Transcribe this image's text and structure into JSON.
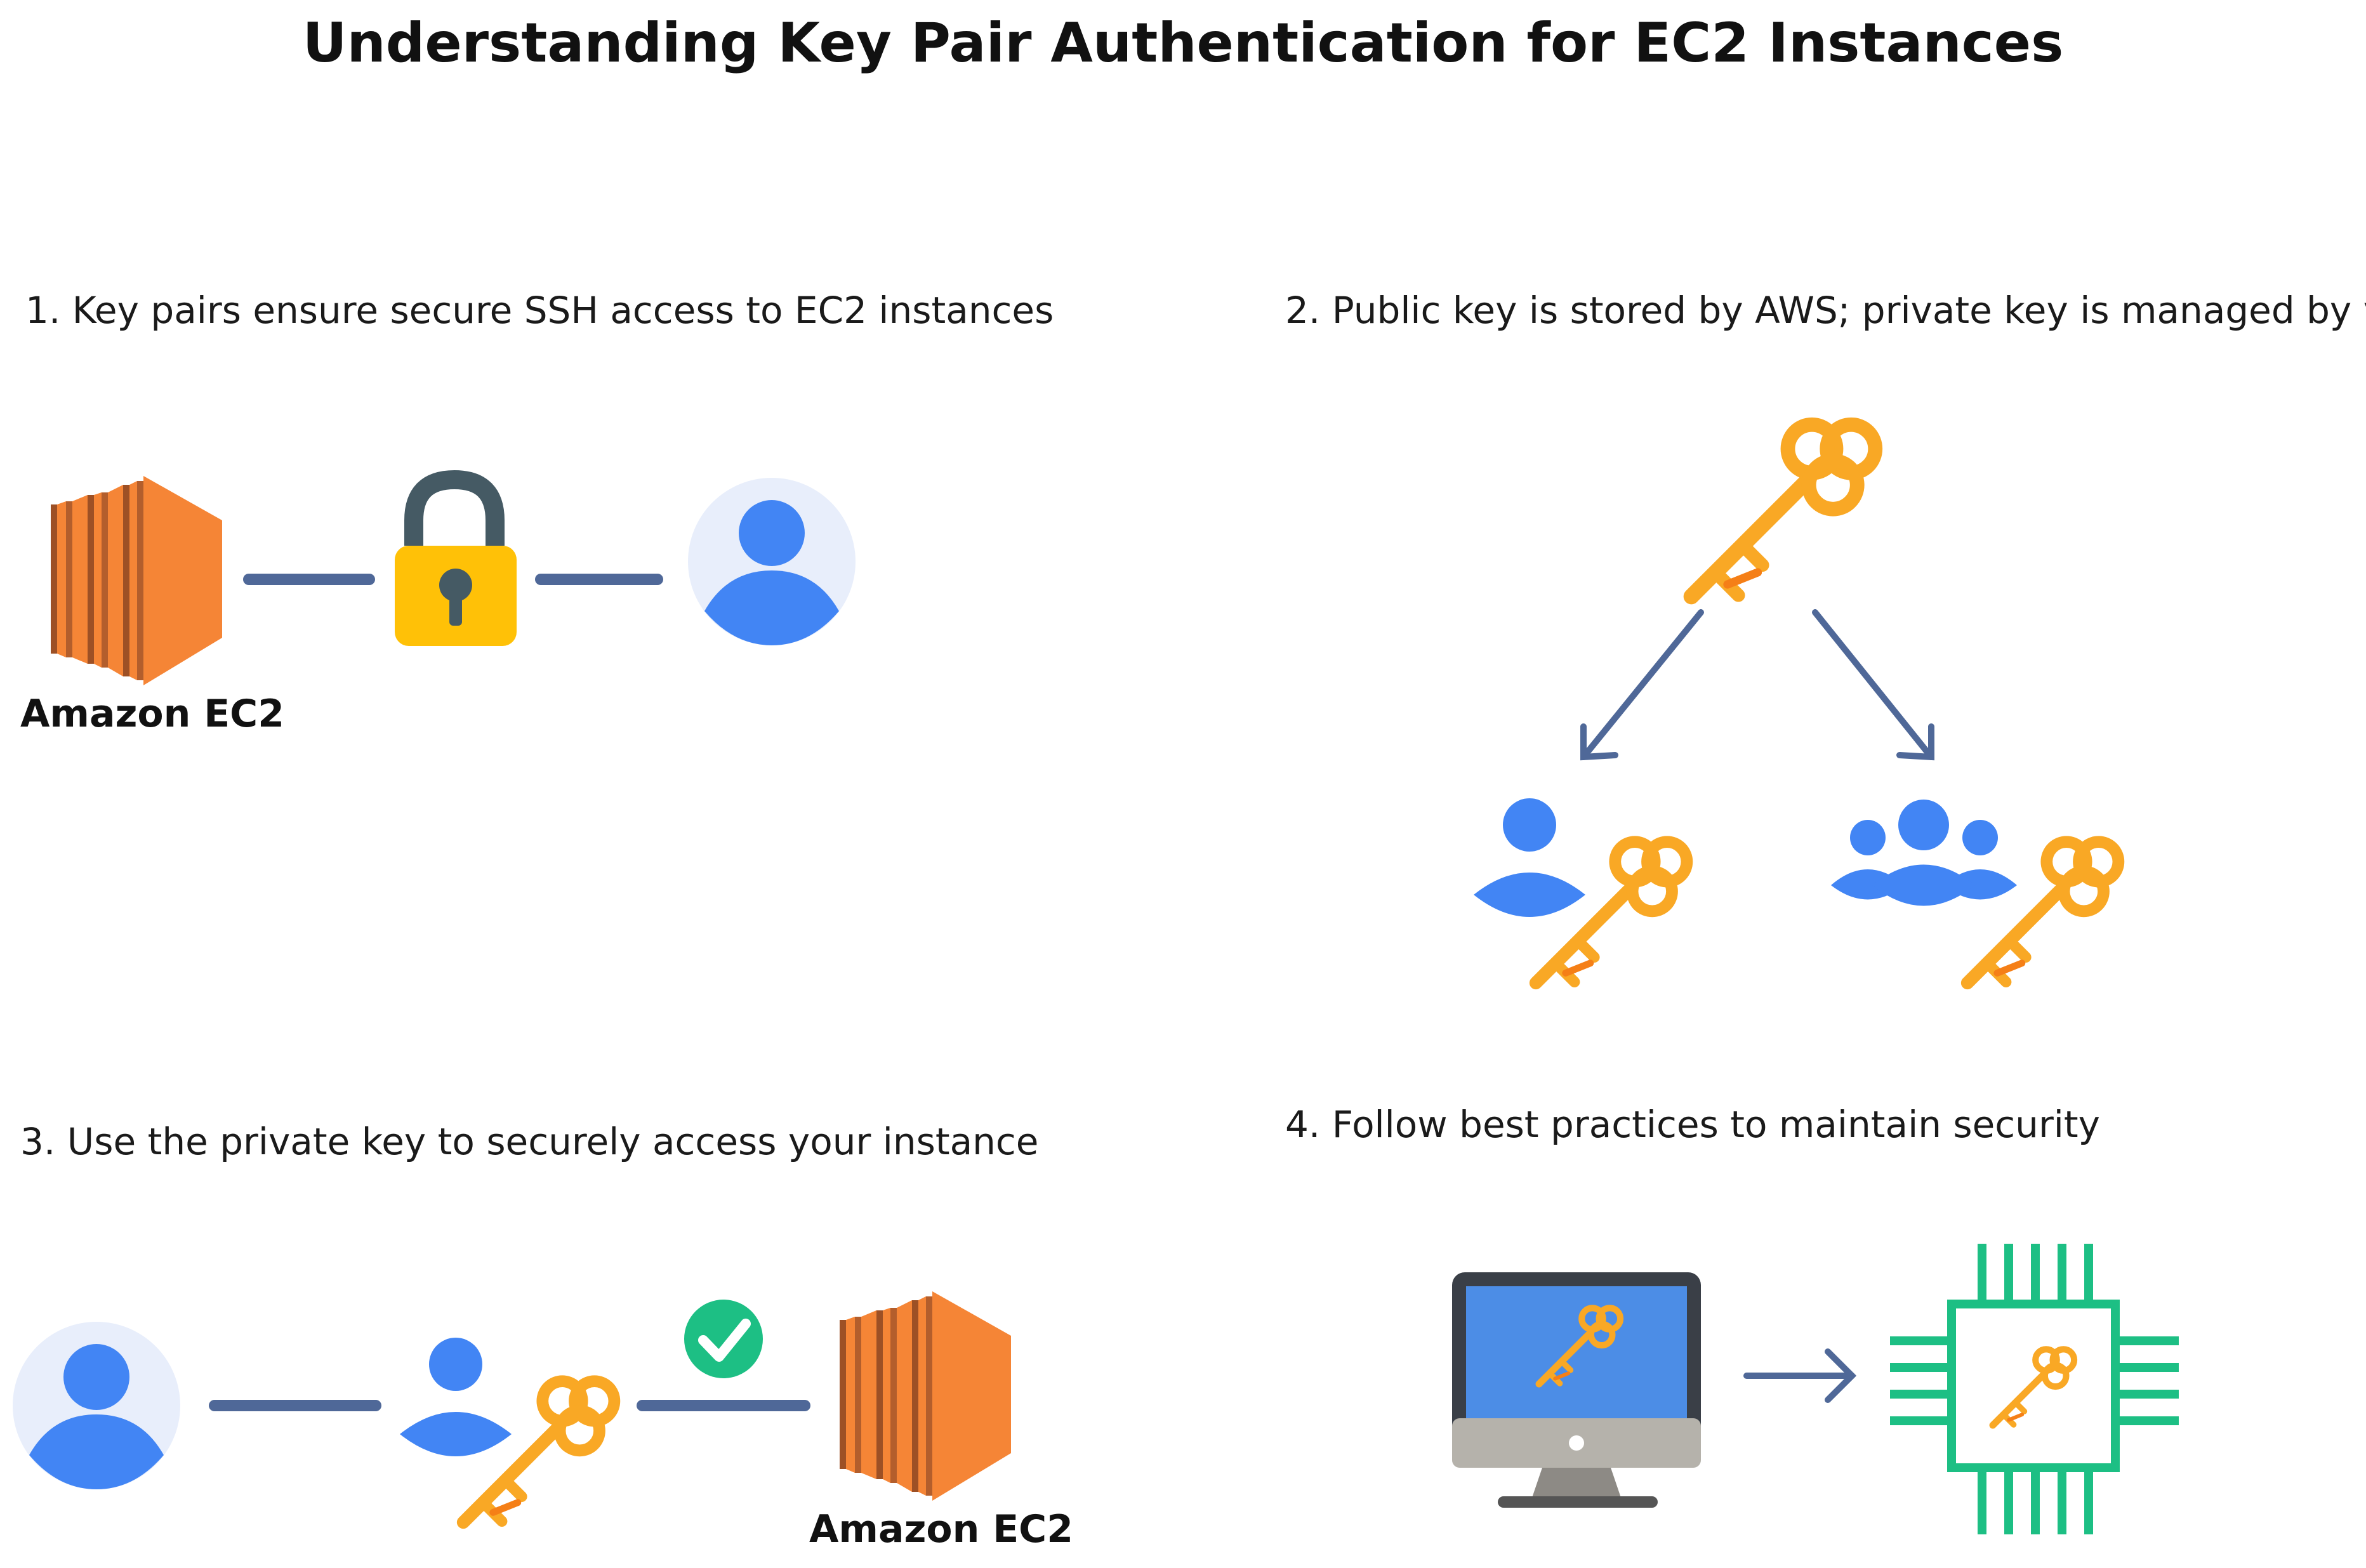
{
  "title": "Understanding Key Pair Authentication for EC2 Instances",
  "steps": [
    {
      "number": "1.",
      "text": "Key pairs ensure secure SSH access to EC2 instances"
    },
    {
      "number": "2.",
      "text": "Public key is stored by AWS; private key is managed by you"
    },
    {
      "number": "3.",
      "text": "Use the private key to securely access your instance"
    },
    {
      "number": "4.",
      "text": "Follow best practices to maintain security"
    }
  ],
  "labels": {
    "ec2_1": "Amazon EC2",
    "ec2_2": "Amazon EC2"
  },
  "icons": [
    "ec2-icon",
    "padlock-icon",
    "user-avatar-icon",
    "key-icon",
    "arrow-down-left-icon",
    "arrow-down-right-icon",
    "user-icon",
    "group-icon",
    "checkmark-icon",
    "monitor-icon",
    "arrow-right-icon",
    "chip-icon"
  ],
  "colors": {
    "ec2_orange": "#F58536",
    "ec2_dark": "#9D5025",
    "key_gold": "#F9A825",
    "user_blue": "#4285F4",
    "avatar_bg": "#E8EEFB",
    "connector": "#4F6898",
    "lock_yellow": "#FFC107",
    "lock_gray": "#455A64",
    "check_green": "#1DBF84",
    "chip_green": "#1DBF84",
    "monitor_screen": "#4C8DE6"
  }
}
